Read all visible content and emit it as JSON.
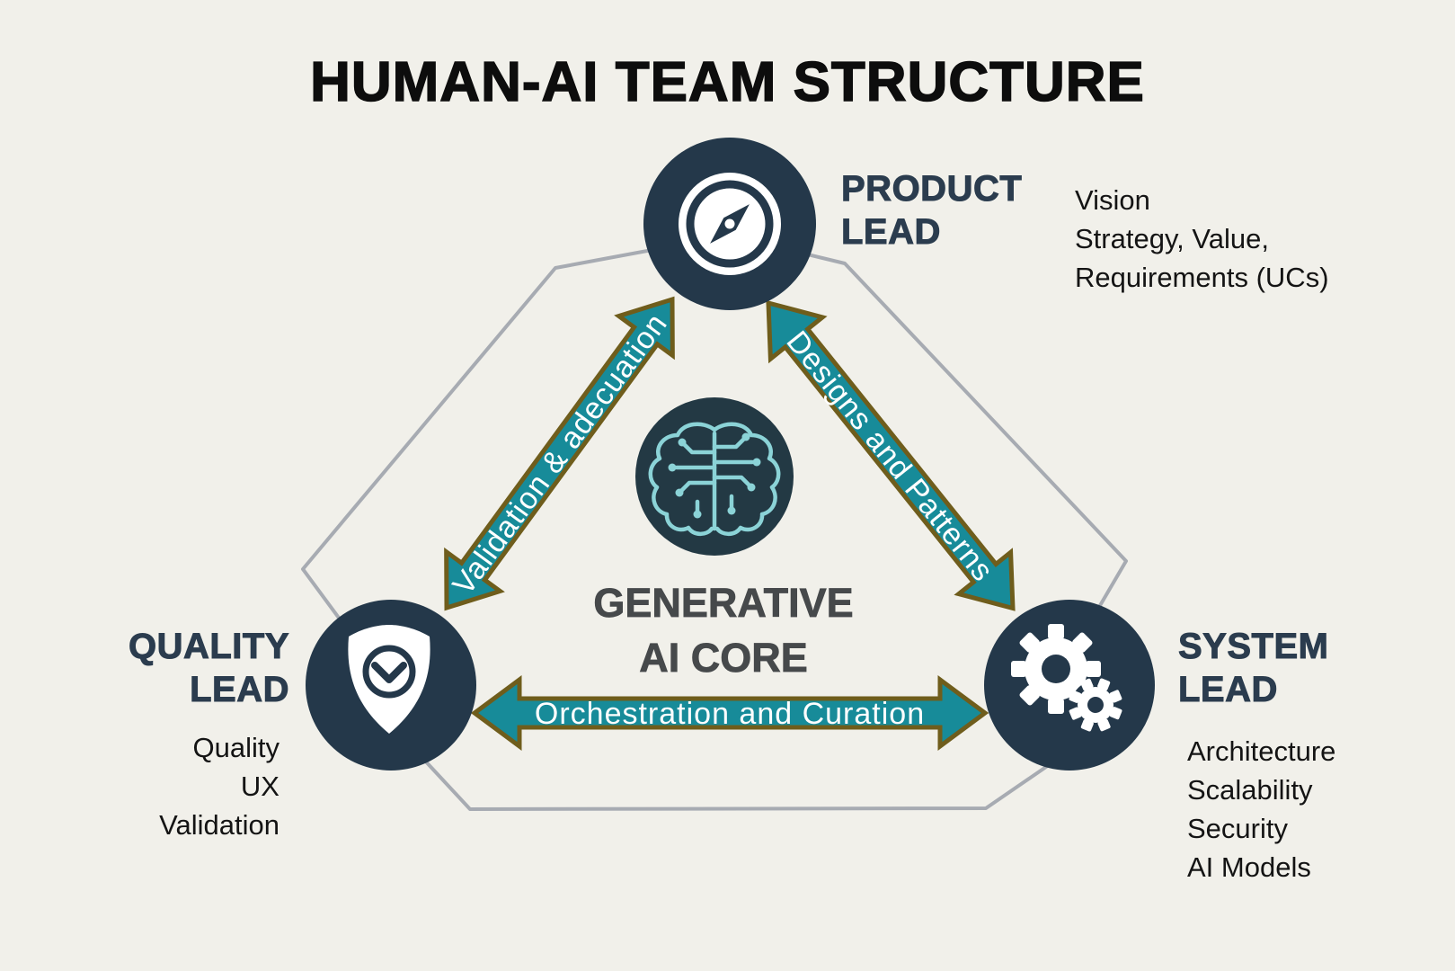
{
  "title": "HUMAN-AI TEAM STRUCTURE",
  "core": {
    "icon": "brain-circuit-icon",
    "lines": [
      "GENERATIVE",
      "AI CORE"
    ]
  },
  "nodes": {
    "product": {
      "icon": "compass-icon",
      "lines": [
        "PRODUCT",
        "LEAD"
      ],
      "notes": [
        "Vision",
        "Strategy, Value,",
        "Requirements (UCs)"
      ]
    },
    "quality": {
      "icon": "shield-check-icon",
      "lines": [
        "QUALITY",
        "LEAD"
      ],
      "notes": [
        "Quality",
        "UX",
        "Validation"
      ]
    },
    "system": {
      "icon": "gears-icon",
      "lines": [
        "SYSTEM",
        "LEAD"
      ],
      "notes": [
        "Architecture",
        "Scalability",
        "Security",
        "AI Models"
      ]
    }
  },
  "arrows": {
    "quality_product": {
      "label": "Validation & adecuation"
    },
    "product_system": {
      "label": "Designs and Patterns"
    },
    "quality_system": {
      "label": "Orchestration and Curation"
    }
  },
  "colors": {
    "background": "#f1f0ea",
    "node_circle": "#24384a",
    "core_circle": "#233944",
    "arrow_fill": "#178b99",
    "arrow_border": "#6f5d1c",
    "connector_outline": "#a7abb2",
    "label_navy": "#2b3c4e",
    "core_text": "#46494b",
    "brain_stroke": "#8bd3d7",
    "title_text": "#0d0d0d"
  }
}
